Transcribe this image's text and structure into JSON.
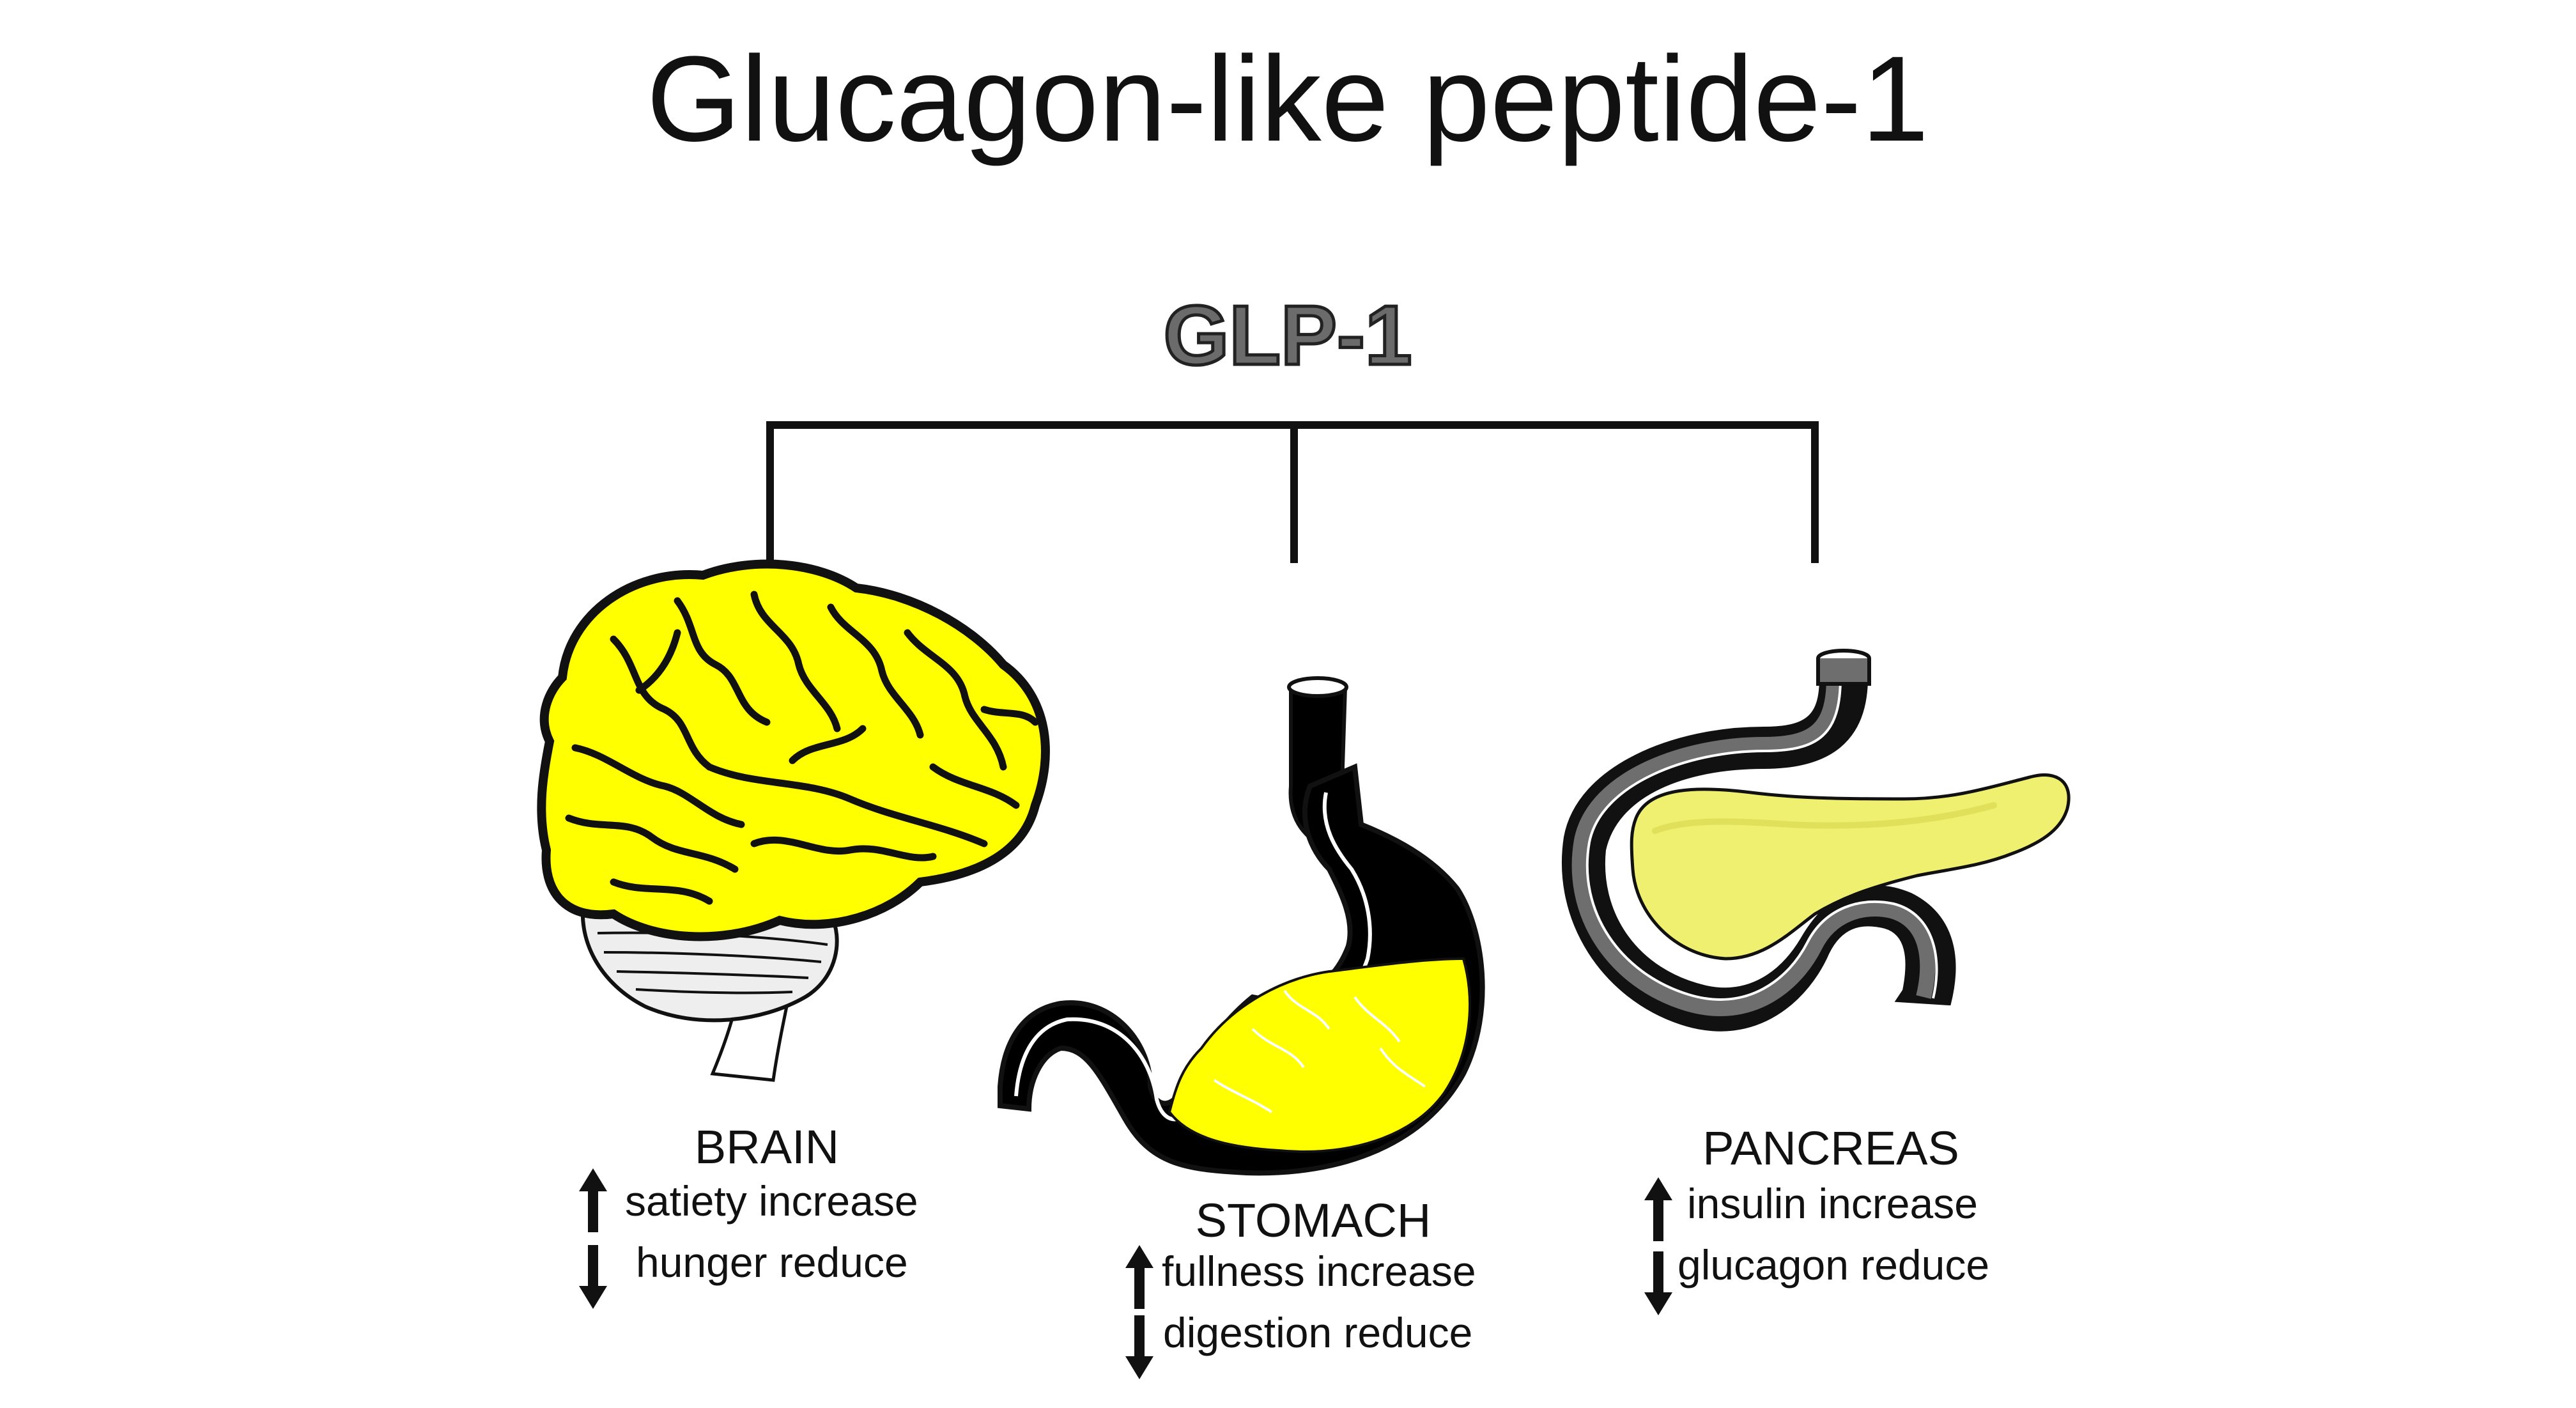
{
  "title": "Glucagon-like peptide-1",
  "hub_label": "GLP-1",
  "organs": [
    {
      "name": "BRAIN",
      "effects": [
        {
          "direction": "up",
          "text": "satiety increase"
        },
        {
          "direction": "down",
          "text": "hunger reduce"
        }
      ]
    },
    {
      "name": "STOMACH",
      "effects": [
        {
          "direction": "up",
          "text": "fullness increase"
        },
        {
          "direction": "down",
          "text": "digestion reduce"
        }
      ]
    },
    {
      "name": "PANCREAS",
      "effects": [
        {
          "direction": "up",
          "text": "insulin increase"
        },
        {
          "direction": "down",
          "text": "glucagon reduce"
        }
      ]
    }
  ],
  "colors": {
    "organ_fill": "#ffff00",
    "pancreas_fill": "#f0f070",
    "outline": "#111111",
    "duodenum_gray": "#6e6e6e",
    "hub_text": "#6b6b6b"
  },
  "icons": {
    "up": "arrow-up-icon",
    "down": "arrow-down-icon"
  }
}
